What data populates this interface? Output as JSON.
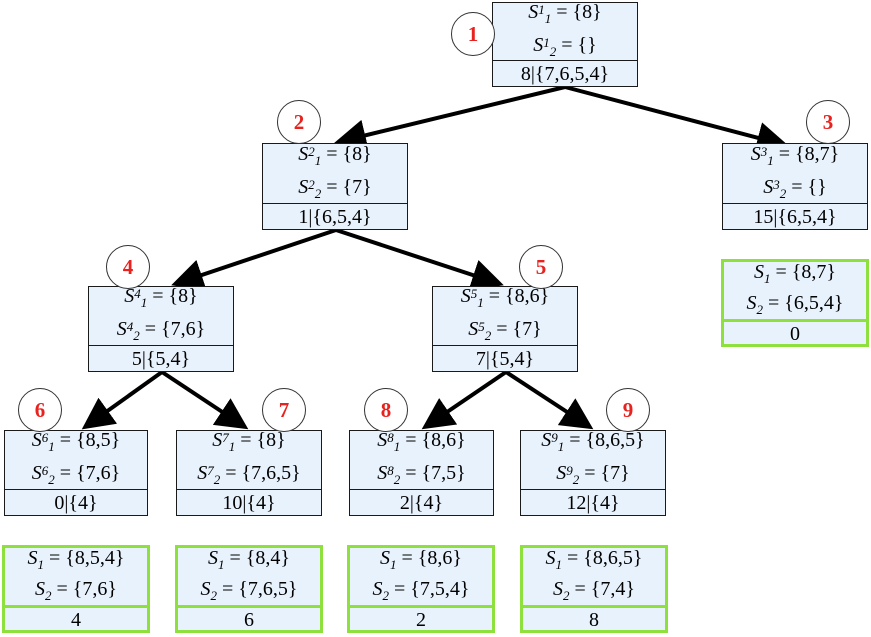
{
  "colors": {
    "node_fill": "#e8f2fc",
    "result_border": "#8ee03c",
    "badge_text": "#e8231f",
    "edge": "#000000"
  },
  "nodes": [
    {
      "badge": "1",
      "s1": "{8}",
      "s2": "{}",
      "sup": "1",
      "bottom": "8|{7,6,5,4}"
    },
    {
      "badge": "2",
      "s1": "{8}",
      "s2": "{7}",
      "sup": "2",
      "bottom": "1|{6,5,4}"
    },
    {
      "badge": "3",
      "s1": "{8,7}",
      "s2": "{}",
      "sup": "3",
      "bottom": "15|{6,5,4}"
    },
    {
      "badge": "4",
      "s1": "{8}",
      "s2": "{7,6}",
      "sup": "4",
      "bottom": "5|{5,4}"
    },
    {
      "badge": "5",
      "s1": "{8,6}",
      "s2": "{7}",
      "sup": "5",
      "bottom": "7|{5,4}"
    },
    {
      "badge": "6",
      "s1": "{8,5}",
      "s2": "{7,6}",
      "sup": "6",
      "bottom": "0|{4}"
    },
    {
      "badge": "7",
      "s1": "{8}",
      "s2": "{7,6,5}",
      "sup": "7",
      "bottom": "10|{4}"
    },
    {
      "badge": "8",
      "s1": "{8,6}",
      "s2": "{7,5}",
      "sup": "8",
      "bottom": "2|{4}"
    },
    {
      "badge": "9",
      "s1": "{8,6,5}",
      "s2": "{7}",
      "sup": "9",
      "bottom": "12|{4}"
    }
  ],
  "results": [
    {
      "s1": "{8,7}",
      "s2": "{6,5,4}",
      "value": "0"
    },
    {
      "s1": "{8,5,4}",
      "s2": "{7,6}",
      "value": "4"
    },
    {
      "s1": "{8,4}",
      "s2": "{7,6,5}",
      "value": "6"
    },
    {
      "s1": "{8,6}",
      "s2": "{7,5,4}",
      "value": "2"
    },
    {
      "s1": "{8,6,5}",
      "s2": "{7,4}",
      "value": "8"
    }
  ],
  "labels": {
    "set_letter": "S",
    "sub1": "1",
    "sub2": "2",
    "eq": " = "
  }
}
